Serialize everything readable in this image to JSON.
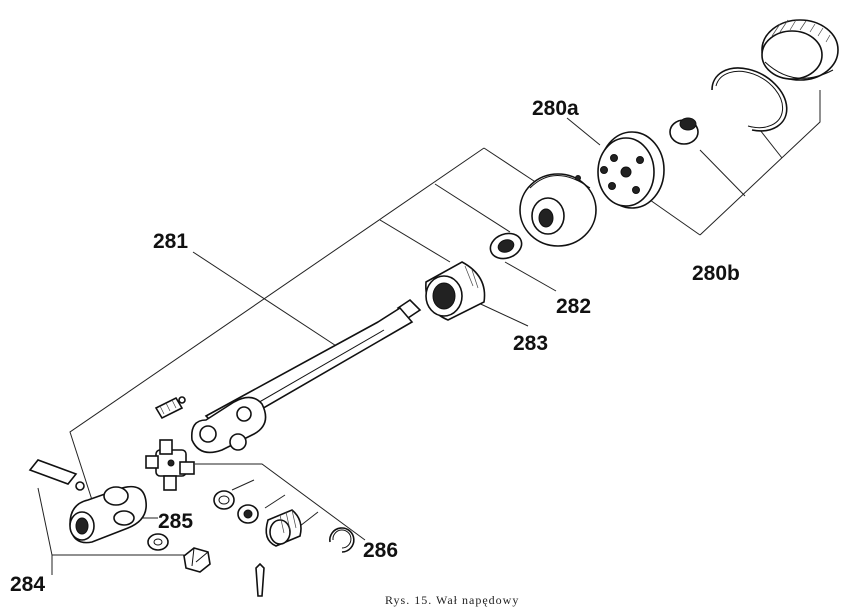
{
  "labels": {
    "l280a": "280a",
    "l280b": "280b",
    "l281": "281",
    "l282": "282",
    "l283": "283",
    "l284": "284",
    "l285": "285",
    "l286": "286"
  },
  "caption": "Rys. 15. Wał napędowy",
  "colors": {
    "ink": "#111111",
    "paper": "#ffffff"
  }
}
